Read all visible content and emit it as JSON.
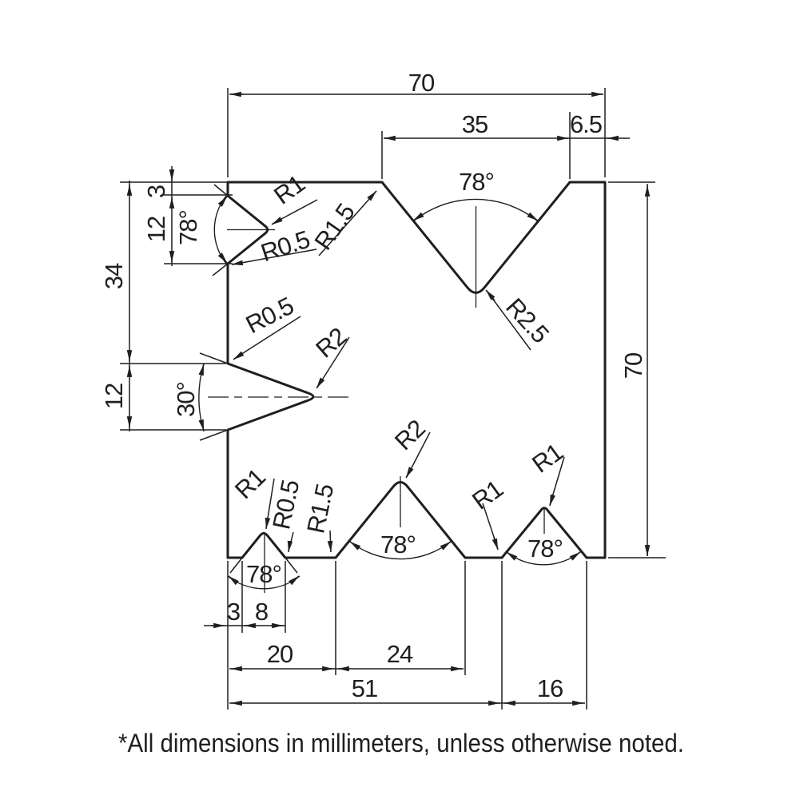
{
  "drawing": {
    "footnote": "*All dimensions in millimeters, unless otherwise noted.",
    "units": "millimeters",
    "colors": {
      "part_fill": "#9b998c",
      "lines": "#1f1f1f",
      "background": "#ffffff"
    },
    "dims": {
      "overall_width": "70",
      "overall_height": "70",
      "top_v_opening": "35",
      "top_right_flat": "6.5",
      "left_offset_top": "3",
      "left_notch_opening": "12",
      "left_span": "34",
      "side_notch_opening": "12",
      "bottom_offset": "3",
      "bottom_v1_opening": "8",
      "span_20": "20",
      "span_24": "24",
      "span_51": "51",
      "span_16": "16"
    },
    "angles": {
      "top_left_notch": "78°",
      "top_v": "78°",
      "side_notch": "30°",
      "bottom_v1": "78°",
      "bottom_v2": "78°",
      "bottom_v3": "78°"
    },
    "radii": {
      "top_left_tip": "R1",
      "top_left_corner": "R0.5",
      "top_v_corner": "R1.5",
      "top_v_tip": "R2.5",
      "side_notch_corner": "R0.5",
      "side_notch_tip": "R2",
      "bottom_v1_tip": "R1",
      "bottom_v1_corner": "R0.5",
      "bottom_v2_corner": "R1.5",
      "bottom_v2_tip": "R2",
      "bottom_v3_corner": "R1",
      "bottom_v3_tip": "R1"
    }
  }
}
